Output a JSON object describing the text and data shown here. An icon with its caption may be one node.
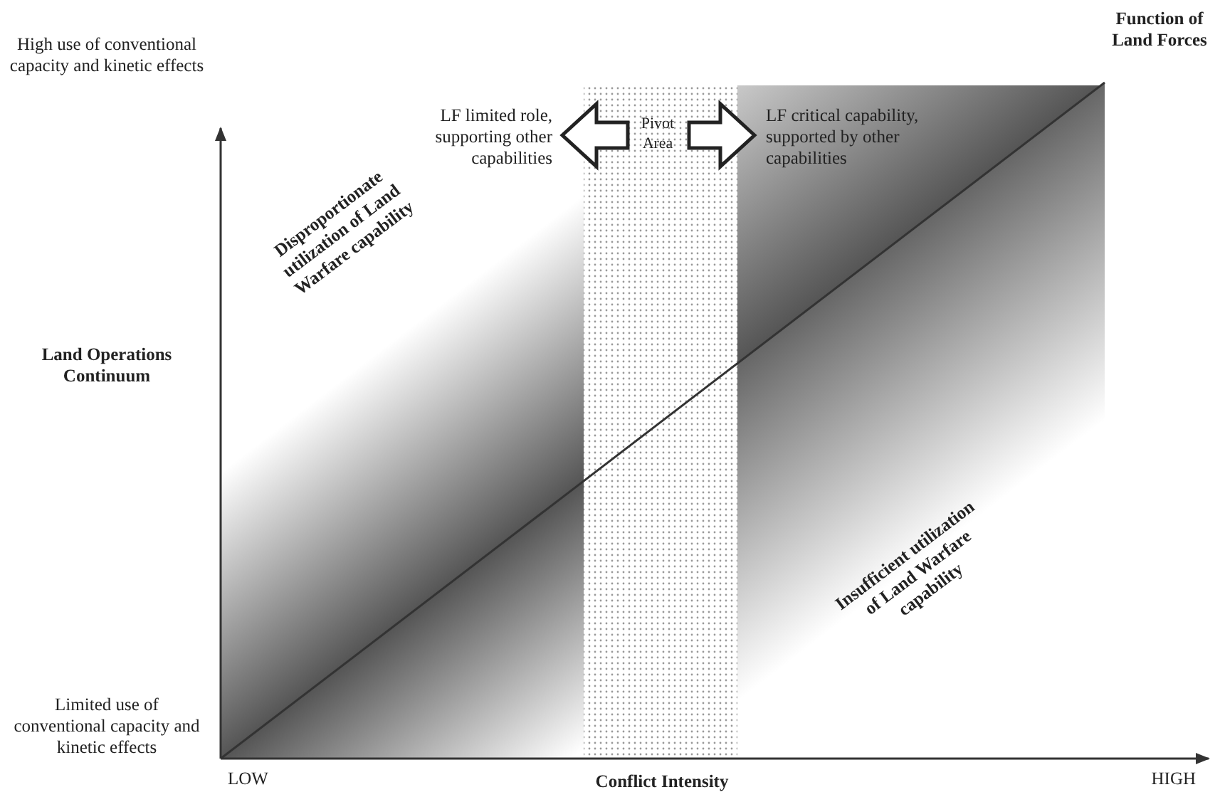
{
  "diagram": {
    "labels": [
      "Function of Land Forces",
      "High use of conventional capacity and kinetic effects",
      "LF limited role, supporting other capabilities",
      "Pivot Area",
      "LF critical capability, supported by other capabilities",
      "Disproportionate utilization of Land Warfare capability",
      "Land Operations Continuum",
      "Insufficient utilization of Land Warfare capability",
      "Limited use of conventional capacity and kinetic effects",
      "LOW",
      "Conflict Intensity",
      "HIGH"
    ]
  }
}
